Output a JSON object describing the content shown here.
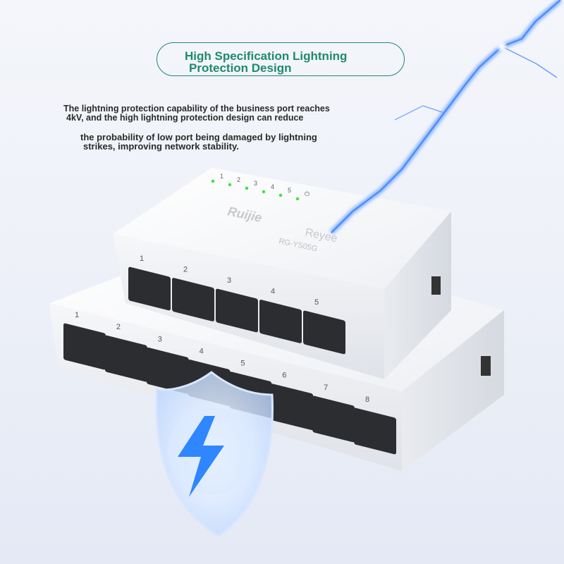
{
  "header": {
    "title_line1": "High Specification Lightning",
    "title_line2": "Protection Design"
  },
  "description": {
    "line1": "The lightning protection capability of the business port reaches",
    "line2": "4kV, and the high lightning protection design can reduce",
    "line3": "the probability of low port being damaged by lightning",
    "line4": "strikes, improving network stability."
  },
  "small_switch": {
    "brand": "Ruijie",
    "sub_brand": "Reyee",
    "model": "RG-YS05G",
    "led_labels": [
      "1",
      "2",
      "3",
      "4",
      "5"
    ],
    "power_icon": "power-icon",
    "port_labels": [
      "1",
      "2",
      "3",
      "4",
      "5"
    ],
    "led_color": "#2ee83a"
  },
  "large_switch": {
    "port_labels": [
      "1",
      "2",
      "3",
      "4",
      "5",
      "6",
      "7",
      "8"
    ]
  },
  "colors": {
    "accent": "#1f8a6d",
    "lightning": "#3a7bff",
    "shield": "#2f86ff"
  }
}
